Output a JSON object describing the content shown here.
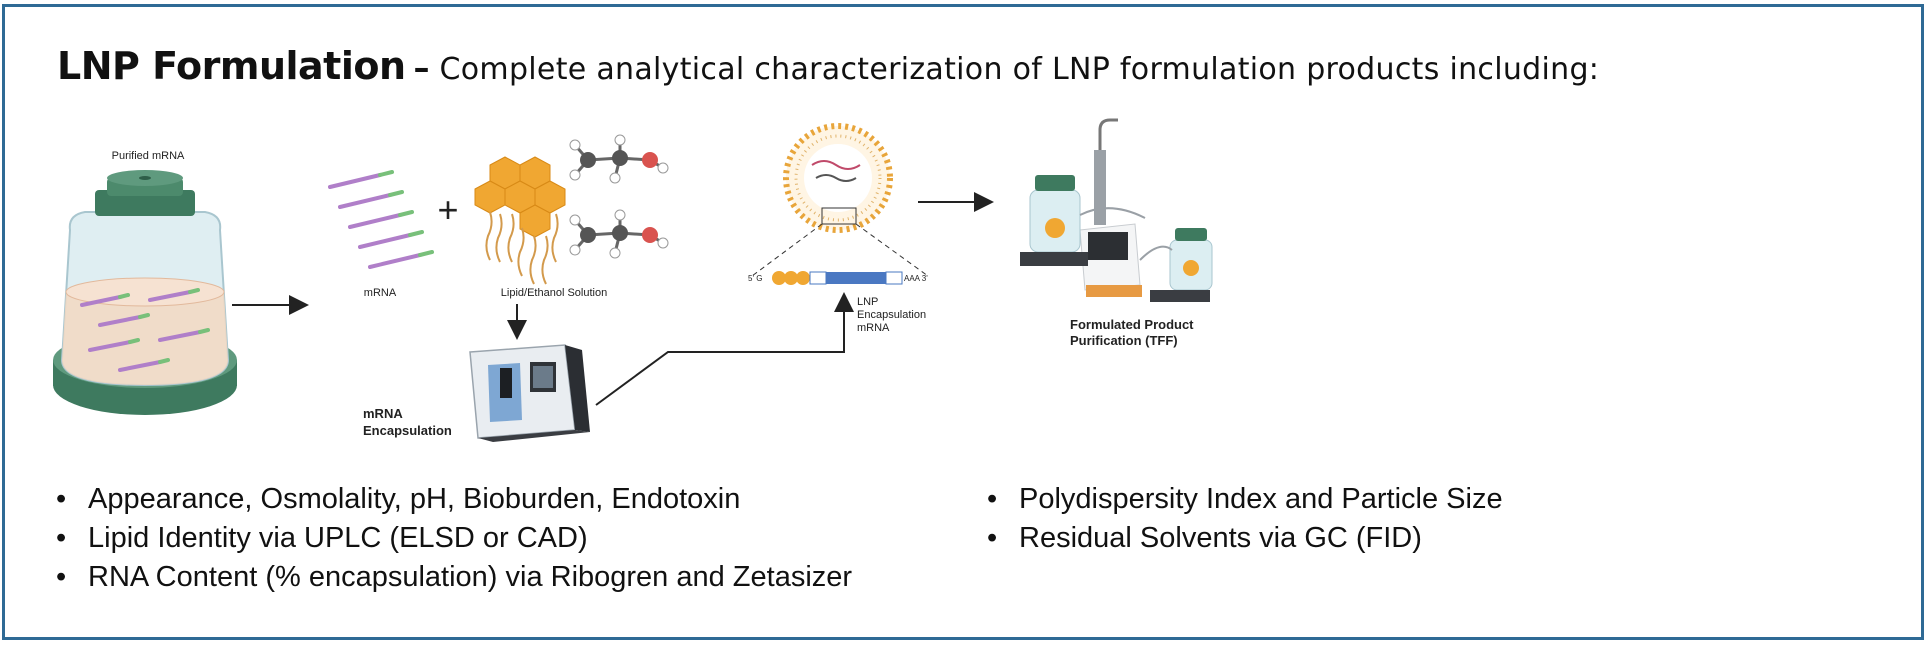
{
  "header": {
    "title": "LNP Formulation",
    "dash": "–",
    "subtitle": "Complete analytical characterization of LNP formulation products including:"
  },
  "diagram": {
    "labels": {
      "purified_mrna": "Purified mRNA",
      "mrna": "mRNA",
      "lipid_ethanol": "Lipid/Ethanol Solution",
      "mrna_encapsulation_1": "mRNA",
      "mrna_encapsulation_2": "Encapsulation",
      "lnp_1": "LNP",
      "lnp_2": "Encapsulation",
      "lnp_3": "mRNA",
      "formulated_1": "Formulated Product",
      "formulated_2": "Purification (TFF)",
      "five_prime": "5' G",
      "three_prime": "AAA 3'",
      "plus": "+"
    },
    "icons": [
      "bottle-icon",
      "mrna-strands-icon",
      "lipid-hexagon-icon",
      "ethanol-molecule-icon",
      "mixer-instrument-icon",
      "lnp-particle-icon",
      "mrna-construct-icon",
      "tff-system-icon"
    ]
  },
  "bullets_left": [
    "Appearance, Osmolality, pH, Bioburden, Endotoxin",
    "Lipid Identity via UPLC (ELSD or CAD)",
    "RNA Content (% encapsulation) via Ribogren and Zetasizer"
  ],
  "bullets_right": [
    "Polydispersity Index and Particle Size",
    "Residual Solvents via GC (FID)"
  ],
  "colors": {
    "border": "#2f6a95",
    "bottle_green": "#3e7a5f",
    "lipid_orange": "#f0a732",
    "mrna_purple": "#b07fc9",
    "construct_blue": "#4a78c2"
  }
}
